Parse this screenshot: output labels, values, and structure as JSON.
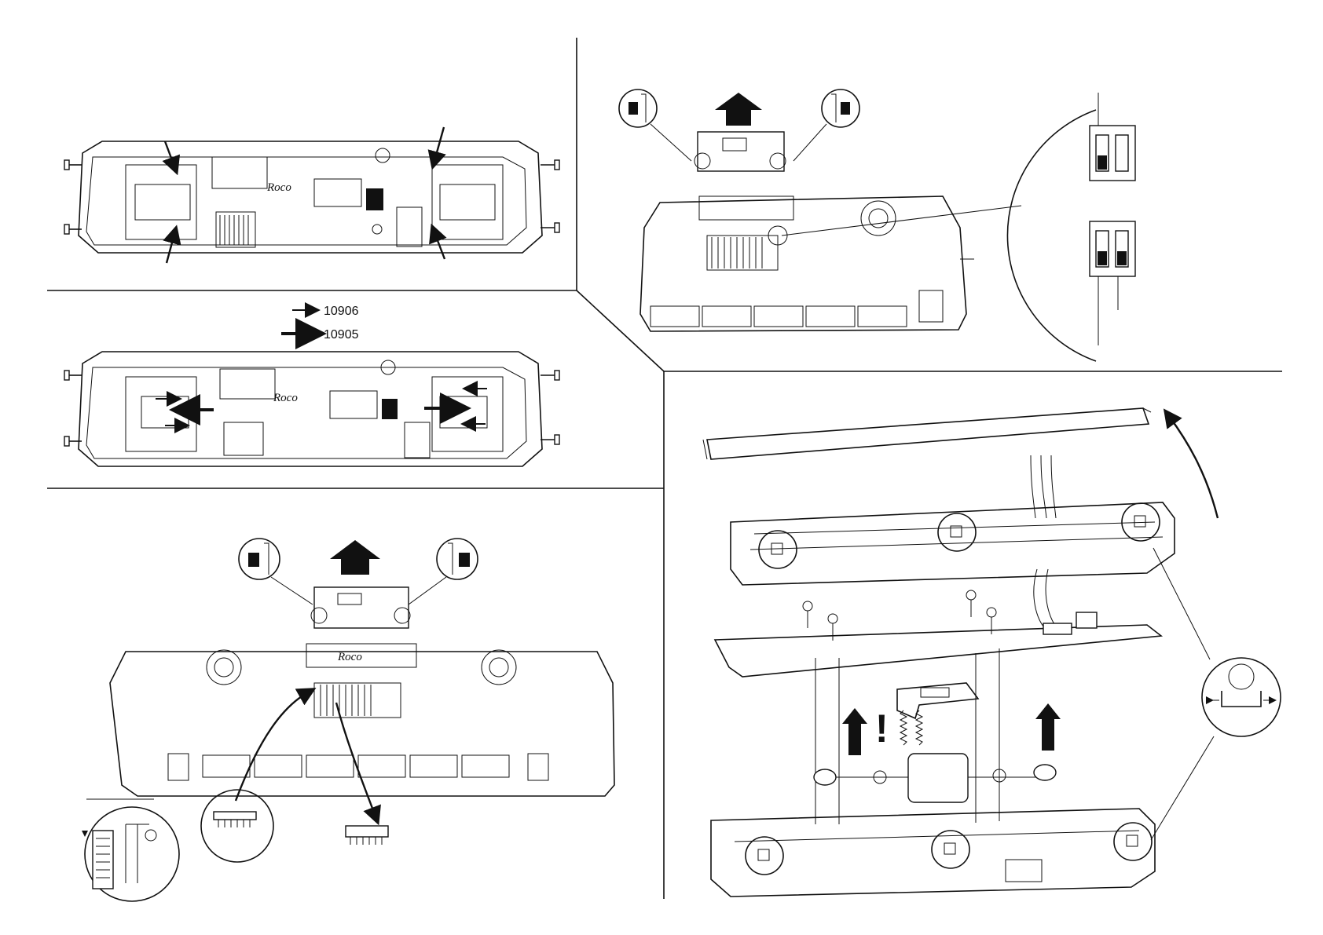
{
  "legend": {
    "items": [
      {
        "code": "10906",
        "arrow": "thin-arrow"
      },
      {
        "code": "10905",
        "arrow": "thick-arrow"
      }
    ]
  },
  "logo": {
    "text": "Roco"
  },
  "warning": {
    "symbol": "!"
  },
  "colors": {
    "ink": "#111111",
    "paper": "#ffffff"
  }
}
